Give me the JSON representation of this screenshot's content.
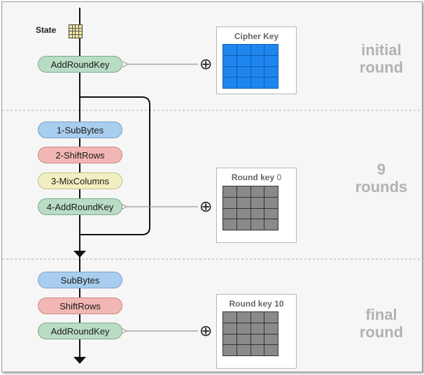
{
  "state": {
    "label": "State"
  },
  "sections": {
    "initial": {
      "label_line1": "initial",
      "label_line2": "round"
    },
    "main": {
      "label_line1": "9",
      "label_line2": "rounds"
    },
    "final": {
      "label_line1": "final",
      "label_line2": "round"
    }
  },
  "steps": {
    "initial": [
      "AddRoundKey"
    ],
    "main": [
      "1-SubBytes",
      "2-ShiftRows",
      "3-MixColumns",
      "4-AddRoundKey"
    ],
    "final": [
      "SubBytes",
      "ShiftRows",
      "AddRoundKey"
    ]
  },
  "keys": {
    "cipher": {
      "title": "Cipher Key"
    },
    "round0": {
      "title": "Round key",
      "index": "0"
    },
    "round10": {
      "title": "Round key 10"
    }
  },
  "xor_symbol": "⊕",
  "colors": {
    "key_blue": "#1f86ef",
    "key_gray": "#8a8a8a",
    "add_round_key": "#b9dcc4",
    "sub_bytes": "#a9cdee",
    "shift_rows": "#f2b7b4",
    "mix_columns": "#f2f0c2"
  }
}
